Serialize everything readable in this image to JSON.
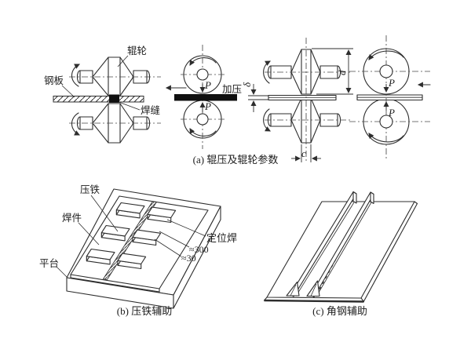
{
  "page": {
    "background": "#ffffff",
    "ink": "#2d2d2d"
  },
  "section_a": {
    "caption": "(a) 辊压及辊轮参数",
    "roller_label": "辊轮",
    "steel_plate_label": "钢板",
    "weld_seam_label": "焊缝",
    "pressing_label": "加压",
    "force_label": "P",
    "dim_d": "d",
    "dim_delta": "δ",
    "dim_c": "c"
  },
  "section_b": {
    "caption": "(b) 压铁辅助",
    "press_iron_label": "压铁",
    "weldment_label": "焊件",
    "platform_label": "平台",
    "tack_weld_label": "定位焊",
    "tack_spacing": "≈300",
    "tack_length": "≈30"
  },
  "section_c": {
    "caption": "(c) 角钢辅助"
  }
}
